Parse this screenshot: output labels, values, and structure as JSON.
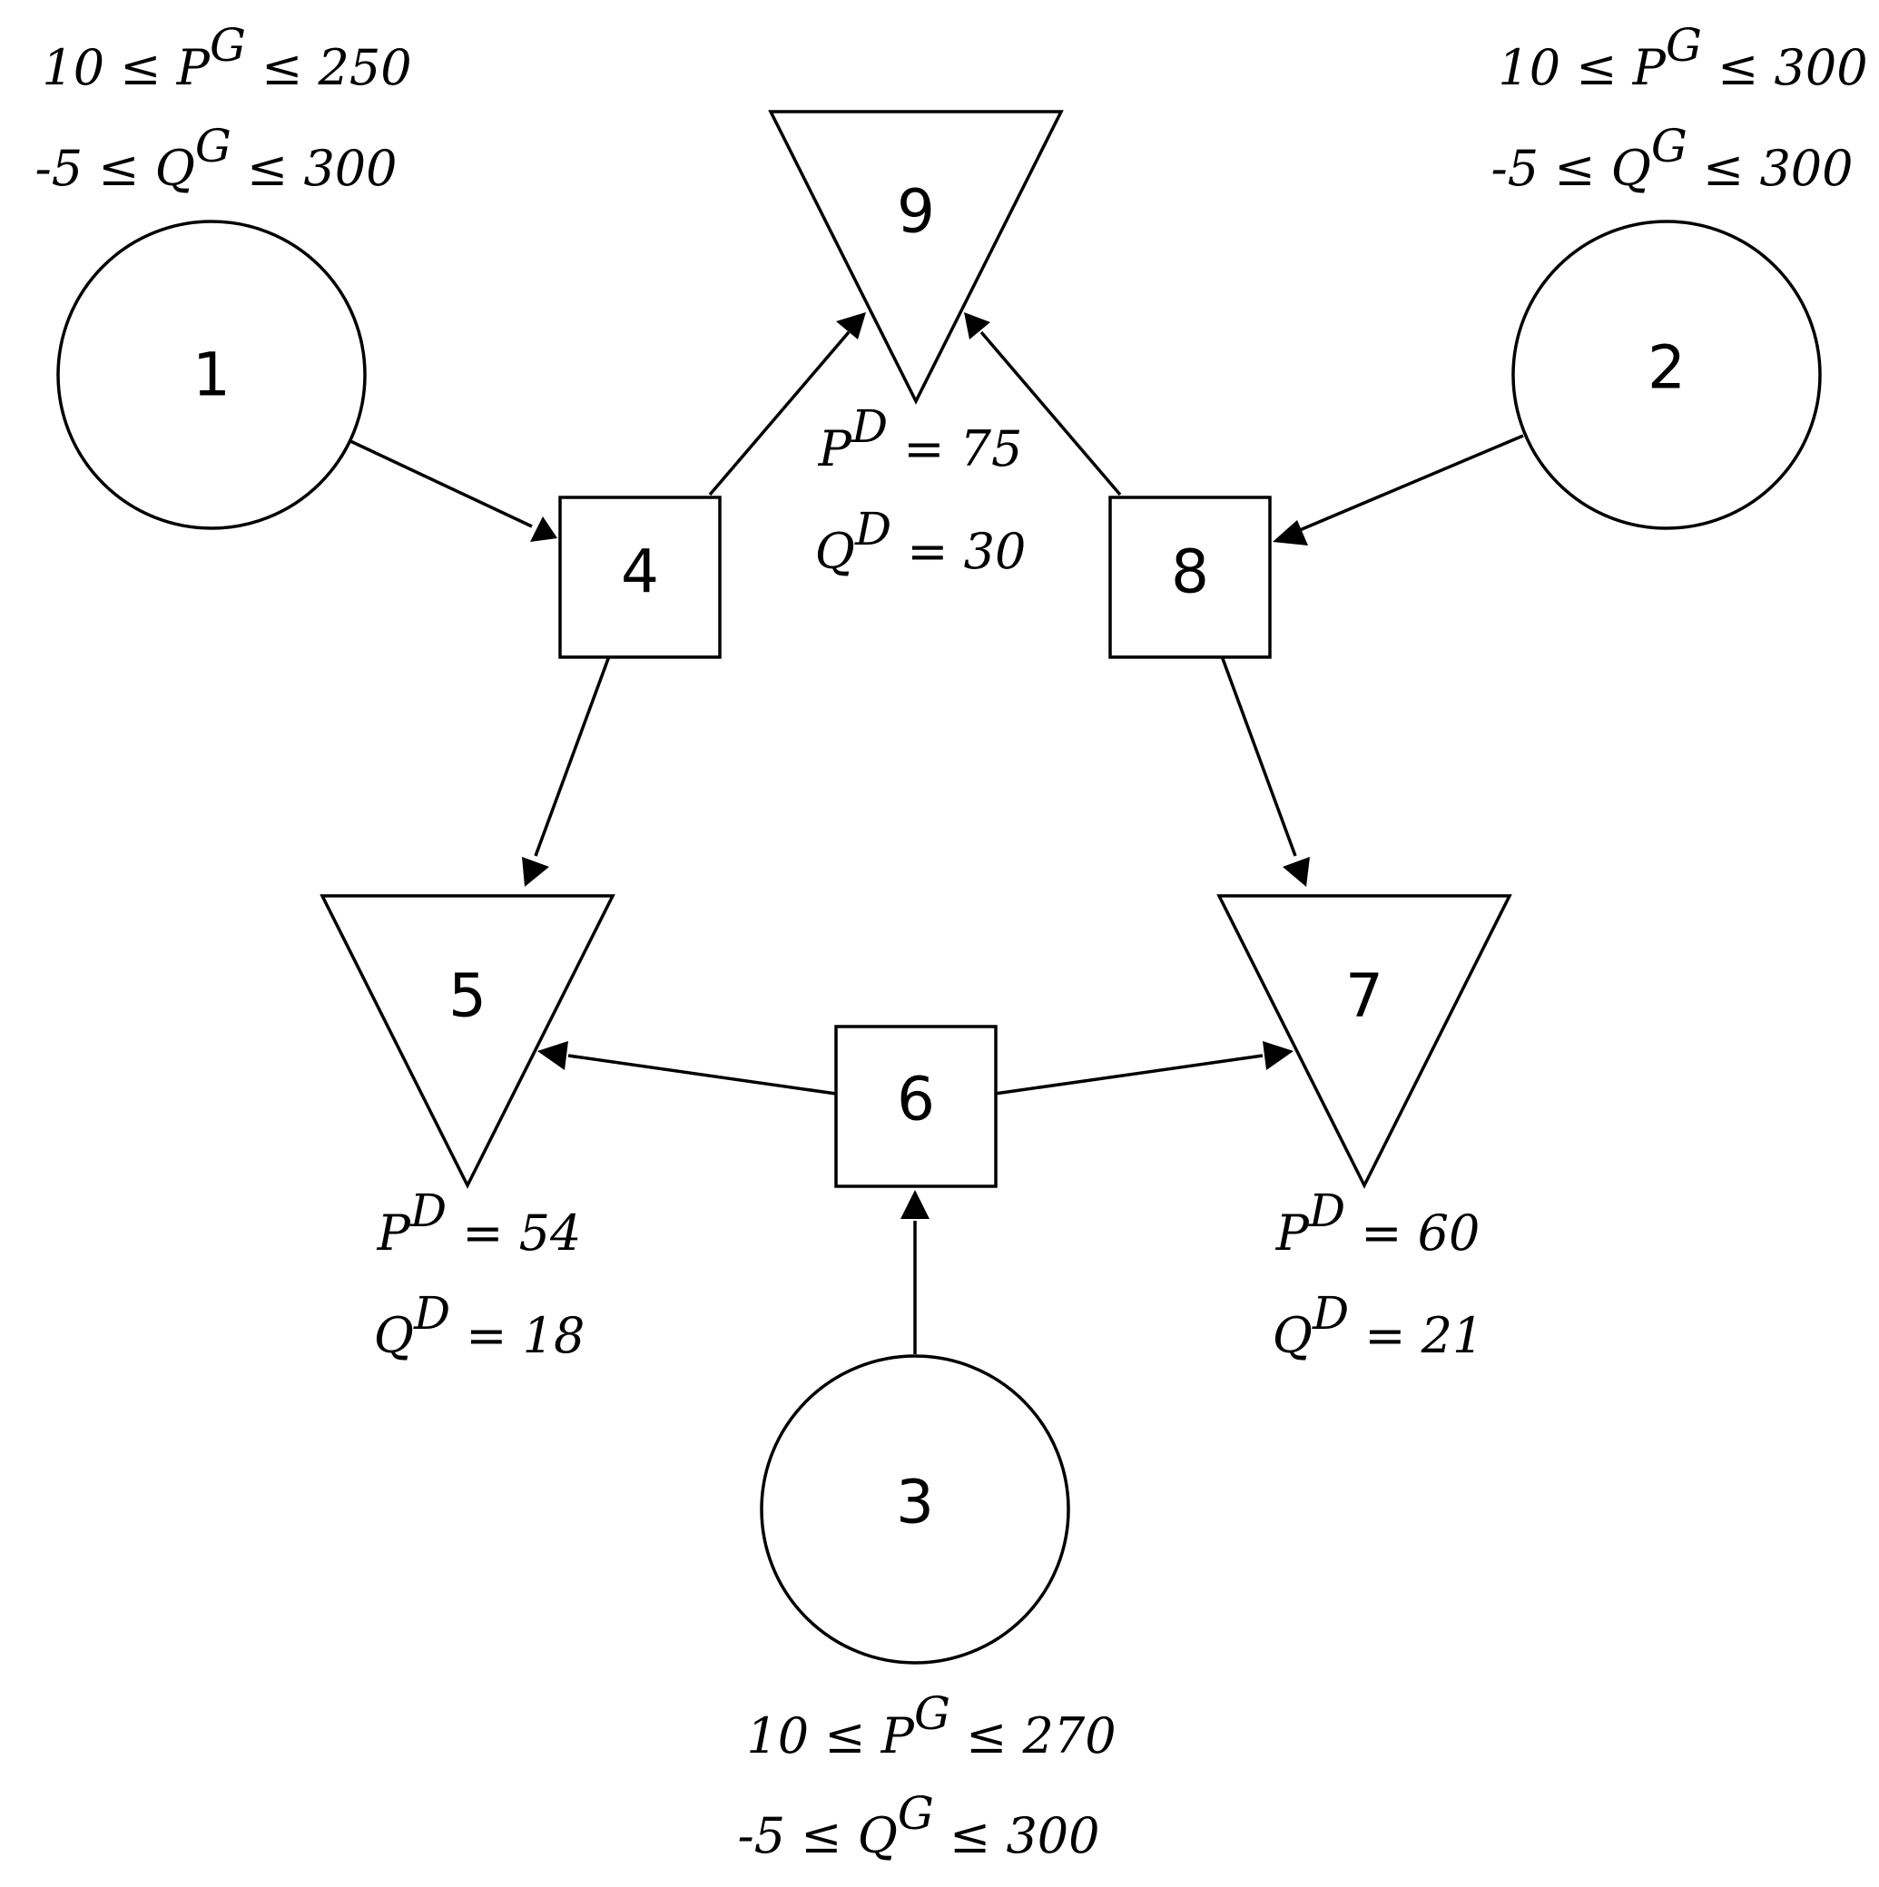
{
  "nodes": [
    {
      "id": "1",
      "label": "1",
      "kind": "generator"
    },
    {
      "id": "2",
      "label": "2",
      "kind": "generator"
    },
    {
      "id": "3",
      "label": "3",
      "kind": "generator"
    },
    {
      "id": "4",
      "label": "4",
      "kind": "bus"
    },
    {
      "id": "5",
      "label": "5",
      "kind": "load"
    },
    {
      "id": "6",
      "label": "6",
      "kind": "bus"
    },
    {
      "id": "7",
      "label": "7",
      "kind": "load"
    },
    {
      "id": "8",
      "label": "8",
      "kind": "bus"
    },
    {
      "id": "9",
      "label": "9",
      "kind": "load"
    }
  ],
  "edges": [
    {
      "from": "1",
      "to": "4"
    },
    {
      "from": "4",
      "to": "9"
    },
    {
      "from": "4",
      "to": "5"
    },
    {
      "from": "2",
      "to": "8"
    },
    {
      "from": "8",
      "to": "9"
    },
    {
      "from": "8",
      "to": "7"
    },
    {
      "from": "3",
      "to": "6"
    },
    {
      "from": "6",
      "to": "5"
    },
    {
      "from": "6",
      "to": "7"
    }
  ],
  "annotations": {
    "gen1": {
      "p_pre": "10 ≤ P",
      "p_sup": "G",
      "p_post": " ≤ 250",
      "q_pre": "-5 ≤  Q",
      "q_sup": "G",
      "q_post": " ≤ 300"
    },
    "gen2": {
      "p_pre": "10 ≤ P",
      "p_sup": "G",
      "p_post": " ≤ 300",
      "q_pre": "-5 ≤  Q",
      "q_sup": "G",
      "q_post": " ≤ 300"
    },
    "gen3": {
      "p_pre": "10 ≤ P",
      "p_sup": "G",
      "p_post": " ≤ 270",
      "q_pre": "-5 ≤  Q",
      "q_sup": "G",
      "q_post": " ≤ 300"
    },
    "load9": {
      "p_pre": "P",
      "p_sup": "D",
      "p_post": " = 75",
      "q_pre": "Q",
      "q_sup": "D",
      "q_post": " = 30"
    },
    "load5": {
      "p_pre": "P",
      "p_sup": "D",
      "p_post": " = 54",
      "q_pre": "Q",
      "q_sup": "D",
      "q_post": " = 18"
    },
    "load7": {
      "p_pre": "P",
      "p_sup": "D",
      "p_post": " = 60",
      "q_pre": "Q",
      "q_sup": "D",
      "q_post": " = 21"
    }
  }
}
